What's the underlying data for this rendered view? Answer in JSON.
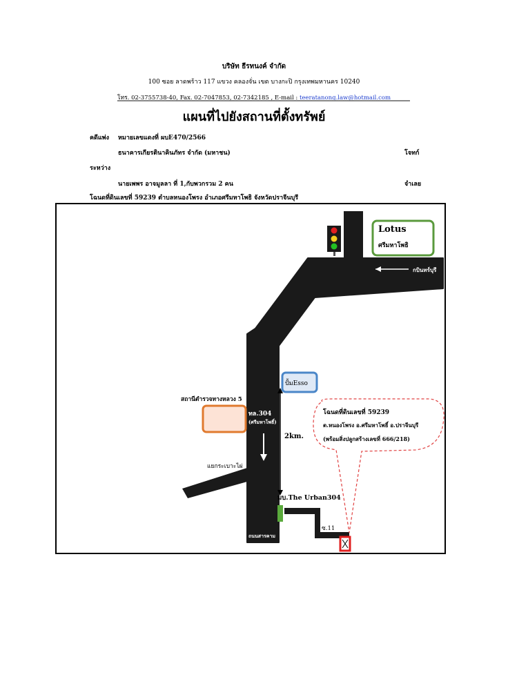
{
  "header": {
    "company": "บริษัท ธีรทนงค์ จำกัด",
    "address": "100   ซอย ลาดพร้าว 117   แขวง คลองจั่น   เขต บางกะปิ   กรุงเทพมหานคร  10240",
    "contact_prefix": "โทร. 02-3755738-40, Fax.  02-7047853, 02-7342185 , E-mail : ",
    "email": "teeratanong.law@hotmail.com",
    "title": "แผนที่ไปยังสถานที่ตั้งทรัพย์"
  },
  "case": {
    "case_label": "คดีแพ่ง",
    "case_number": "หมายเลขแดงที่ ผบE470/2566",
    "plaintiff": "ธนาคารเกียรตินาคินภัทร จำกัด (มหาชน)",
    "plaintiff_role": "โจทก์",
    "between_label": "ระหว่าง",
    "defendant": "นายเพพร อาจมูลลา  ที่ 1,กับพวกรวม 2 คน",
    "defendant_role": "จำเลย",
    "deed_line": "โฉนดที่ดินเลขที่  59239  ตำบลหนองโพรง  อำเภอศรีมหาโพธิ  จังหวัดปราจีนบุรี"
  },
  "map": {
    "lotus_title": "Lotus",
    "lotus_sub": "ศรีมหาโพธิ",
    "from_label": "กบินทร์บุรี",
    "esso_label": "ปั้มEsso",
    "police_label": "สถานีตำรวจทางหลวง 5",
    "highway_label": "ทล.304",
    "highway_sub": "(ศรีมหาโพธิ์)",
    "distance_label": "2km.",
    "junction_label": "แยกระเบาะไผ่",
    "village_label": "มบ.The Urban304",
    "soi_label": "ซ.11",
    "road_label": "ถนนสารคาม",
    "callout_line1": "โฉนดที่ดินเลขที่  59239",
    "callout_line2": "ต.หนองโพรง อ.ศรีมหาโพธิ์   อ.ปราจีนบุรี",
    "callout_line3": "(พร้อมสิ่งปลูกสร้างเลขที่ 666/218)",
    "colors": {
      "road": "#1a1a1a",
      "lotus_border": "#5a9a3c",
      "esso_border": "#4a86c8",
      "police_border": "#e07a2e",
      "police_fill": "#fde3d6",
      "callout_border": "#e04040",
      "target_border": "#e02020",
      "village_marker": "#5aaa3c"
    }
  }
}
